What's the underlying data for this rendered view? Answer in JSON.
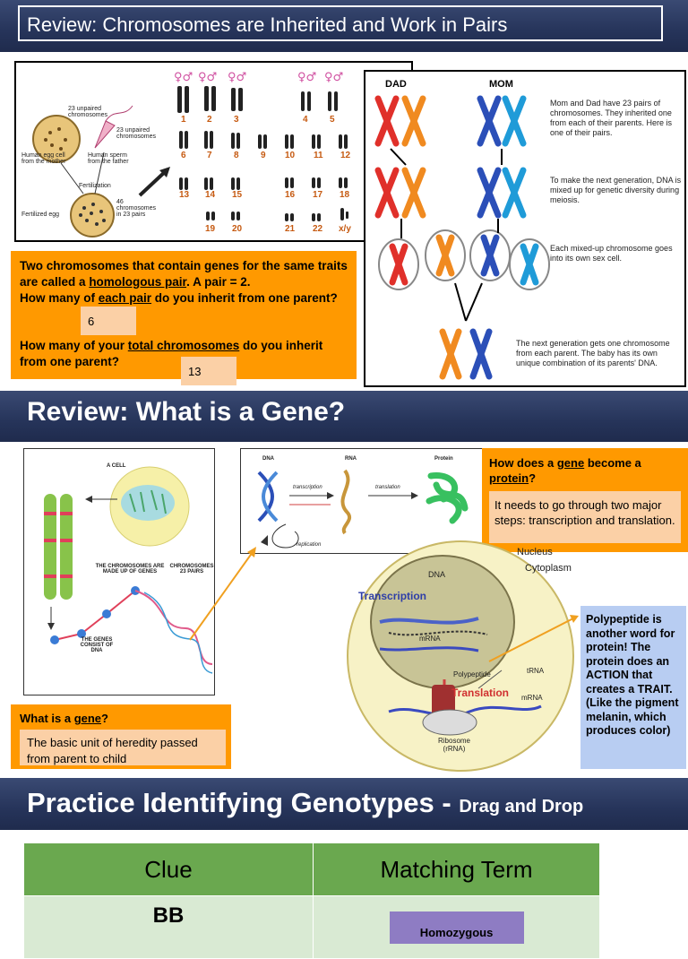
{
  "section1": {
    "title": "Review: Chromosomes are Inherited and Work in Pairs",
    "karyotype": {
      "labels": {
        "unpaired": "23 unpaired chromosomes",
        "egg": "Human egg cell from the mother",
        "sperm_unpaired": "23 unpaired chromosomes",
        "sperm": "Human sperm from the father",
        "fertilization": "Fertilization",
        "fertilized_egg": "Fertilized egg",
        "forty_six": "46 chromosomes in 23 pairs"
      },
      "numbers": [
        "1",
        "2",
        "3",
        "4",
        "5",
        "6",
        "7",
        "8",
        "9",
        "10",
        "11",
        "12",
        "13",
        "14",
        "15",
        "16",
        "17",
        "18",
        "19",
        "20",
        "21",
        "22",
        "x/y"
      ]
    },
    "question_box": {
      "line1_pre": "Two chromosomes that contain genes for the same traits are called a ",
      "line1_term": "homologous pair",
      "line1_post": ". A pair = 2.",
      "q1_pre": "How many of ",
      "q1_term": "each pair",
      "q1_post": " do you inherit from one parent?",
      "a1": "6",
      "q2_pre": "How many of your ",
      "q2_term": "total chromosomes",
      "q2_post": " do you inherit from one parent?",
      "a2": "13"
    },
    "meiosis": {
      "dad": "DAD",
      "mom": "MOM",
      "text1": "Mom and Dad have 23 pairs of chromosomes. They inherited one from each of their parents. Here is one of their pairs.",
      "text2": "To make the next generation, DNA is mixed up for genetic diversity during meiosis.",
      "text3": "Each mixed-up chromosome goes into its own sex cell.",
      "text4": "The next generation gets one chromosome from each parent. The baby has its own unique combination of its parents' DNA."
    }
  },
  "section2": {
    "title": "Review: What is a Gene?",
    "cell_diagram": {
      "a_cell": "A CELL",
      "made_up": "THE CHROMOSOMES ARE MADE UP OF GENES",
      "pairs": "CHROMOSOMES 23 PAIRS",
      "genes_dna": "THE GENES CONSIST OF DNA"
    },
    "dna_diagram": {
      "dna": "DNA",
      "rna": "RNA",
      "protein": "Protein",
      "transcription": "transcription",
      "translation": "translation",
      "replication": "replication"
    },
    "how_box": {
      "pre": "How does a ",
      "term1": "gene",
      "mid": " become a ",
      "term2": "protein",
      "post": "?",
      "answer": "It needs to go through two major steps: transcription and translation."
    },
    "cell_labels": {
      "nucleus": "Nucleus",
      "cytoplasm": "Cytoplasm",
      "dna": "DNA",
      "transcription": "Transcription",
      "mrna": "mRNA",
      "polypeptide": "Polypeptide",
      "trna": "tRNA",
      "translation": "Translation",
      "mrna2": "mRNA",
      "ribosome": "Ribosome (rRNA)"
    },
    "poly_note": "Polypeptide is another word for protein! The protein does an ACTION that creates a TRAIT. (Like the pigment melanin, which produces color)",
    "gene_box": {
      "pre": "What is a ",
      "term": "gene",
      "post": "?",
      "answer": "The basic unit of heredity passed from parent to child"
    }
  },
  "section3": {
    "title": "Practice Identifying Genotypes - ",
    "subtitle": "Drag and Drop",
    "table": {
      "headers": [
        "Clue",
        "Matching Term"
      ],
      "rows": [
        {
          "clue": "BB",
          "term": "Homozygous"
        }
      ]
    }
  },
  "colors": {
    "banner": "#26345a",
    "orange": "#ff9900",
    "peach": "#fbd0a6",
    "blue_note": "#b8cdf2",
    "green_header": "#6aa84f",
    "purple_tile": "#8e7cc3"
  }
}
